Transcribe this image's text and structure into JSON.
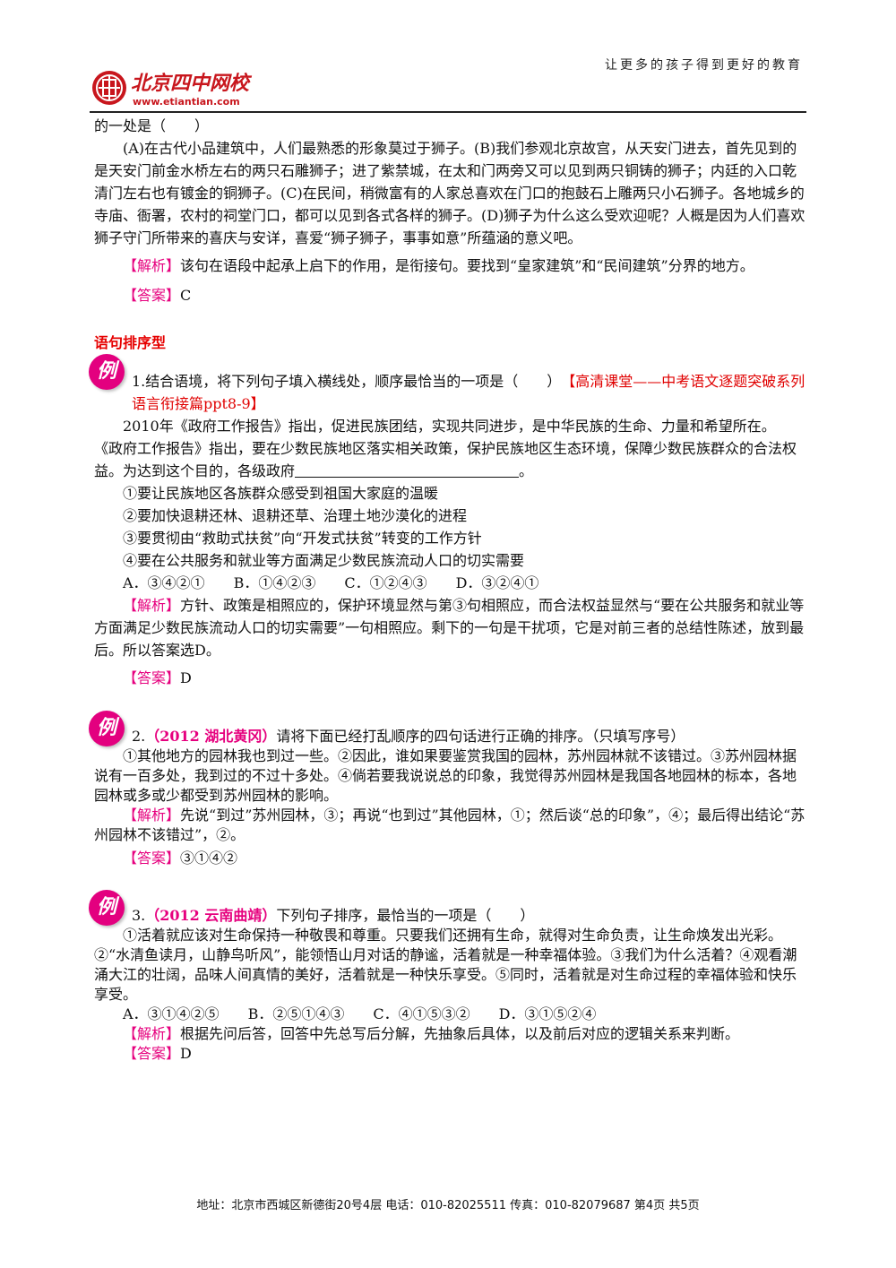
{
  "header": {
    "logo_cn": "北京四中网校",
    "logo_url": "www.etiantian.com",
    "slogan": "让更多的孩子得到更好的教育"
  },
  "intro": {
    "line": "的一处是（　　）",
    "passage": "(A)在古代小品建筑中，人们最熟悉的形象莫过于狮子。(B)我们参观北京故宫，从天安门进去，首先见到的是天安门前金水桥左右的两只石雕狮子；进了紫禁城，在太和门两旁又可以见到两只铜铸的狮子；内廷的入口乾清门左右也有镀金的铜狮子。(C)在民间，稍微富有的人家总喜欢在门口的抱鼓石上雕两只小石狮子。各地城乡的寺庙、衙署，农村的祠堂门口，都可以见到各式各样的狮子。(D)狮子为什么这么受欢迎呢？人概是因为人们喜欢狮子守门所带来的喜庆与安详，喜爱“狮子狮子，事事如意”所蕴涵的意义吧。",
    "analysis_tag": "【解析】",
    "analysis": "该句在语段中起承上启下的作用，是衔接句。要找到“皇家建筑”和“民间建筑”分界的地方。",
    "answer_tag": "【答案】",
    "answer": "C"
  },
  "section_title": "语句排序型",
  "badge_char": "例",
  "ex1": {
    "question": "1.结合语境，将下列句子填入横线处，顺序最恰当的一项是（　　）",
    "source": "【高清课堂——中考语文逐题突破系列语言衔接篇ppt8-9】",
    "para1": "2010年《政府工作报告》指出，促进民族团结，实现共同进步，是中华民族的生命、力量和希望所在。",
    "para2_before": "《政府工作报告》指出，要在少数民族地区落实相关政策，保护民族地区生态环境，保障少数民族群众的合法权益。为达到这个目的，各级政府",
    "para2_after": "。",
    "items": [
      "①要让民族地区各族群众感受到祖国大家庭的温暖",
      "②要加快退耕还林、退耕还草、治理土地沙漠化的进程",
      "③要贯彻由“救助式扶贫”向“开发式扶贫”转变的工作方针",
      "④要在公共服务和就业等方面满足少数民族流动人口的切实需要"
    ],
    "options": [
      "A．③④②①",
      "B．①④②③",
      "C．①②④③",
      "D．③②④①"
    ],
    "analysis_tag": "【解析】",
    "analysis": "方针、政策是相照应的，保护环境显然与第③句相照应，而合法权益显然与“要在公共服务和就业等方面满足少数民族流动人口的切实需要”一句相照应。剩下的一句是干扰项，它是对前三者的总结性陈述，放到最后。所以答案选D。",
    "answer_tag": "【答案】",
    "answer": "D"
  },
  "ex2": {
    "number": "2.",
    "source": "（2012 湖北黄冈）",
    "question": "请将下面已经打乱顺序的四句话进行正确的排序。（只填写序号）",
    "passage": "①其他地方的园林我也到过一些。②因此，谁如果要鉴赏我国的园林，苏州园林就不该错过。③苏州园林据说有一百多处，我到过的不过十多处。④倘若要我说说总的印象，我觉得苏州园林是我国各地园林的标本，各地园林或多或少都受到苏州园林的影响。",
    "analysis_tag": "【解析】",
    "analysis": "先说“到过”苏州园林，③；再说“也到过”其他园林，①；然后谈“总的印象”，④；最后得出结论“苏州园林不该错过”，②。",
    "answer_tag": "【答案】",
    "answer": "③①④②"
  },
  "ex3": {
    "number": "3.",
    "source": "（2012 云南曲靖）",
    "question": "下列句子排序，最恰当的一项是（　　）",
    "passage": "①活着就应该对生命保持一种敬畏和尊重。只要我们还拥有生命，就得对生命负责，让生命焕发出光彩。②“水清鱼读月，山静鸟听风”，能领悟山月对话的静谧，活着就是一种幸福体验。③我们为什么活着？④观看潮涌大江的壮阔，品味人间真情的美好，活着就是一种快乐享受。⑤同时，活着就是对生命过程的幸福体验和快乐享受。",
    "options": [
      "A．③①④②⑤",
      "B．②⑤①④③",
      "C．④①⑤③②",
      "D．③①⑤②④"
    ],
    "analysis_tag": "【解析】",
    "analysis": "根据先问后答，回答中先总写后分解，先抽象后具体，以及前后对应的逻辑关系来判断。",
    "answer_tag": "【答案】",
    "answer": "D"
  },
  "footer": "地址：北京市西城区新德街20号4层  电话：010-82025511  传真：010-82079687  第4页  共5页",
  "colors": {
    "accent_magenta": "#e6007e",
    "accent_red": "#e00000",
    "logo_red": "#c8161d"
  }
}
